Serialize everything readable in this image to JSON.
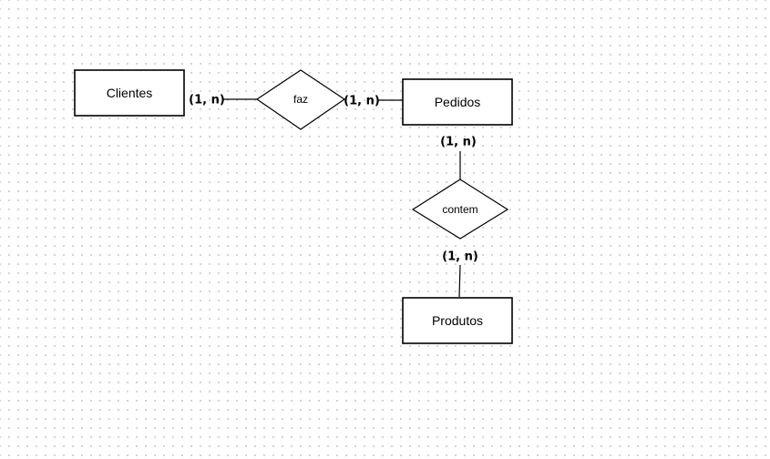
{
  "diagram": {
    "entities": {
      "clientes": "Clientes",
      "pedidos": "Pedidos",
      "produtos": "Produtos"
    },
    "relationships": {
      "faz": "faz",
      "contem": "contem"
    },
    "cardinalities": {
      "clientes_faz": "(1, n)",
      "faz_pedidos": "(1, n)",
      "pedidos_contem": "(1, n)",
      "contem_produtos": "(1, n)"
    }
  }
}
